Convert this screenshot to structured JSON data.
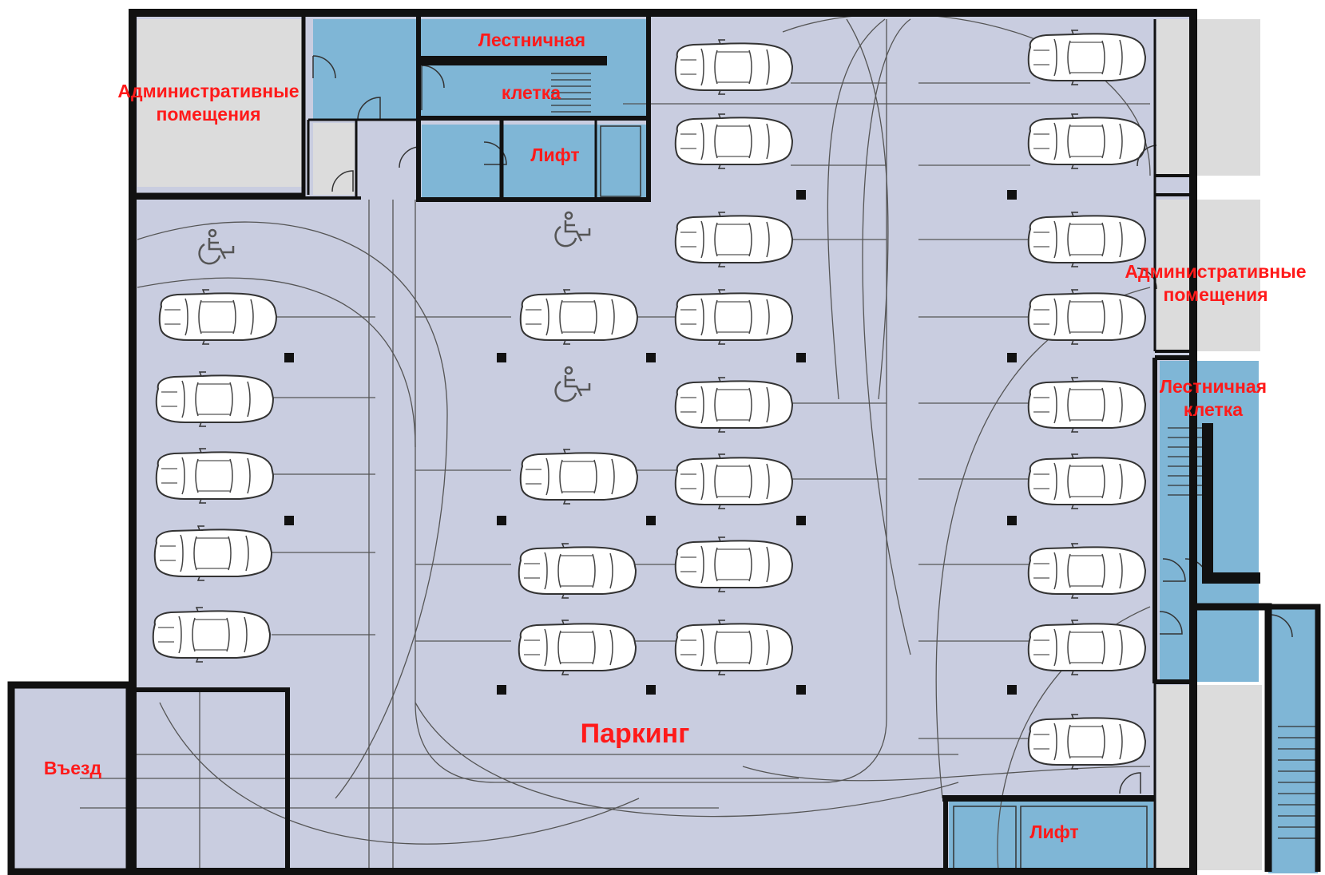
{
  "labels": {
    "admin_left_1": "Административные",
    "admin_left_2": "помещения",
    "stairs_top_1": "Лестничная",
    "stairs_top_2": "клетка",
    "lift_top": "Лифт",
    "admin_right_1": "Административные",
    "admin_right_2": "помещения",
    "stairs_right_1": "Лестничная",
    "stairs_right_2": "клетка",
    "parking": "Паркинг",
    "entrance": "Въезд",
    "lift_bottom": "Лифт"
  },
  "colors": {
    "parking_floor": "#c9cde0",
    "service_room": "#7fb6d6",
    "admin_room": "#dcdcdc",
    "wall": "#111111",
    "label": "#ff1a1a"
  },
  "icons": [
    "car-icon",
    "wheelchair-icon",
    "column-marker"
  ]
}
